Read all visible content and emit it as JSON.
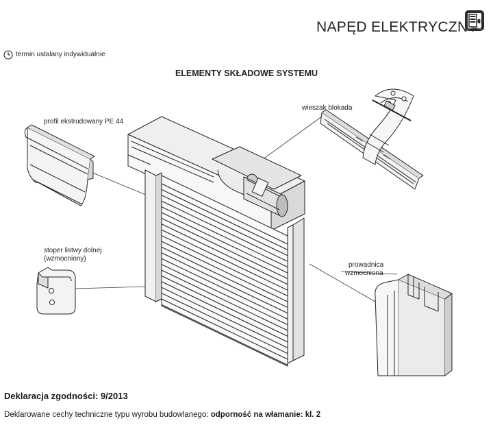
{
  "header": {
    "title": "NAPĘD ELEKTRYCZNY",
    "brand_icon": "door-drive-icon"
  },
  "term_note": {
    "icon": "clock-icon",
    "text": "termin ustalany indywidualnie"
  },
  "section_heading": "ELEMENTY SKŁADOWE SYSTEMU",
  "labels": {
    "profile": "profil ekstrudowany PE 44",
    "hanger": "wieszak blokada",
    "stopper_line1": "stoper listwy dolnej",
    "stopper_line2": "(wzmocniony)",
    "guide_line1": "prowadnica",
    "guide_line2": "wzmocniona"
  },
  "declaration": {
    "label": "Deklaracja zgodności:",
    "value": "9/2013"
  },
  "features": {
    "prefix": "Deklarowane cechy techniczne typu wyrobu budowlanego:",
    "property": "odporność na włamanie:",
    "value": "kl. 2"
  }
}
